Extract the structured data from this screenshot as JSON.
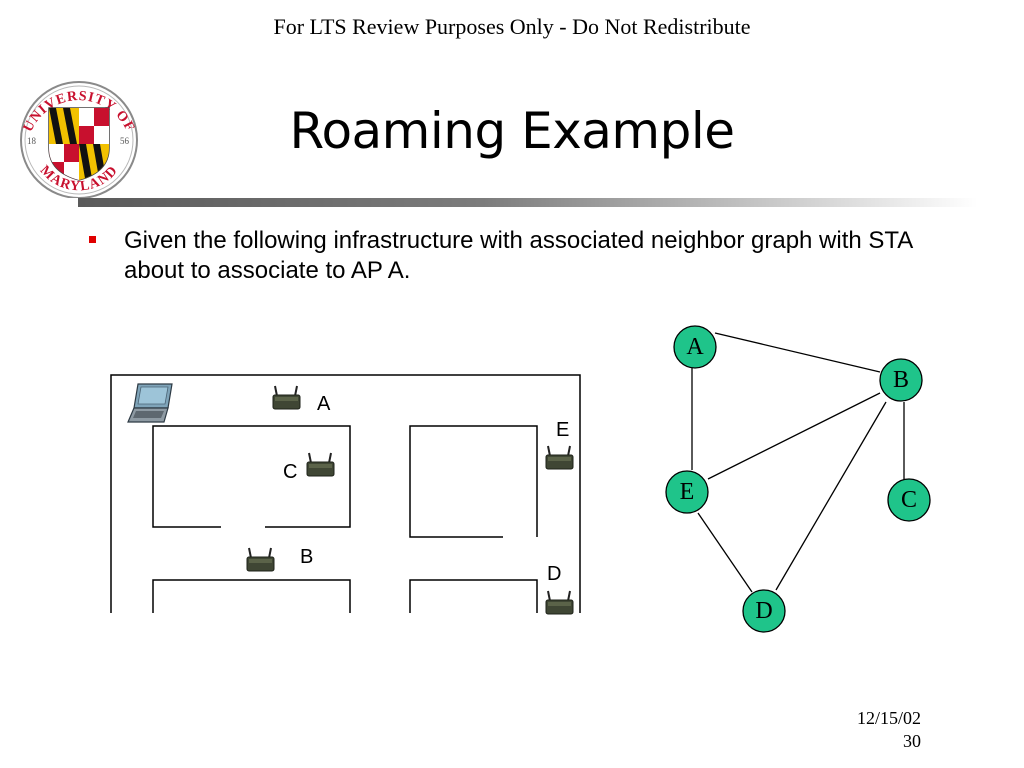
{
  "header": {
    "watermark": "For LTS Review Purposes Only - Do Not Redistribute"
  },
  "logo": {
    "name": "university-of-maryland-seal",
    "top_text": "UNIVERSITY OF",
    "bottom_text": "MARYLAND",
    "year_left": "18",
    "year_right": "56"
  },
  "slide": {
    "title": "Roaming Example",
    "bullets": [
      {
        "text": "Given the following infrastructure with associated neighbor graph with STA about to associate to AP A."
      }
    ]
  },
  "floor_plan": {
    "access_points": [
      {
        "label": "A"
      },
      {
        "label": "C"
      },
      {
        "label": "E"
      },
      {
        "label": "B"
      },
      {
        "label": "D"
      }
    ],
    "station_icon": "laptop-icon",
    "ap_icon": "access-point-icon"
  },
  "neighbor_graph": {
    "nodes": [
      {
        "label": "A"
      },
      {
        "label": "B"
      },
      {
        "label": "E"
      },
      {
        "label": "C"
      },
      {
        "label": "D"
      }
    ],
    "edges": [
      [
        "A",
        "B"
      ],
      [
        "A",
        "E"
      ],
      [
        "E",
        "B"
      ],
      [
        "B",
        "C"
      ],
      [
        "B",
        "D"
      ],
      [
        "E",
        "D"
      ]
    ],
    "node_color": "#1fc48a"
  },
  "footer": {
    "date": "12/15/02",
    "page": "30"
  }
}
